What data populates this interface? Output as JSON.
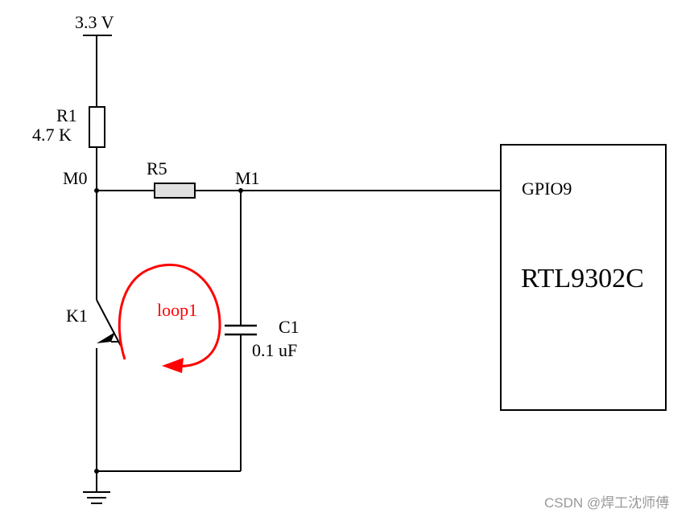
{
  "supply": {
    "label": "3.3 V"
  },
  "r1": {
    "name": "R1",
    "value": "4.7 K"
  },
  "r5": {
    "name": "R5"
  },
  "nodes": {
    "m0": "M0",
    "m1": "M1"
  },
  "switch": {
    "name": "K1"
  },
  "c1": {
    "name": "C1",
    "value": "0.1 uF"
  },
  "loop": {
    "label": "loop1",
    "color": "#ff0000"
  },
  "chip": {
    "pin": "GPIO9",
    "name": "RTL9302C"
  },
  "watermark": {
    "text": "CSDN @焊工沈师傅"
  }
}
